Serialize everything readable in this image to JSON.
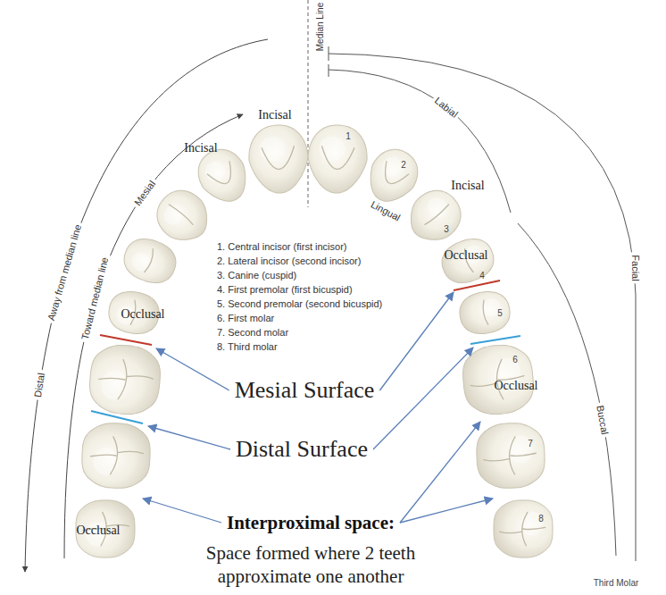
{
  "diagram": {
    "labels": [
      "Median Line",
      "Incisal",
      "Labial",
      "1",
      "Incisal",
      "2",
      "Mesial",
      "Incisal",
      "Lingual",
      "3",
      "Occlusal",
      "4",
      "Facial",
      "Away from median line",
      "Toward median line",
      "1. Central incisor (first incisor)",
      "2. Lateral incisor (second incisor)",
      "3. Canine (cuspid)",
      "4. First premolar (first bicuspid)",
      "5. Second premolar (second bicuspid)",
      "6. First molar",
      "7. Second molar",
      "8. Third molar",
      "Occlusal",
      "5",
      "6",
      "Occlusal",
      "Distal",
      "Buccal",
      "Mesial Surface",
      "7",
      "Distal Surface",
      "8",
      "Occlusal",
      "Interproximal space:",
      "Space formed where 2 teeth approximate one another",
      "Third Molar"
    ]
  }
}
